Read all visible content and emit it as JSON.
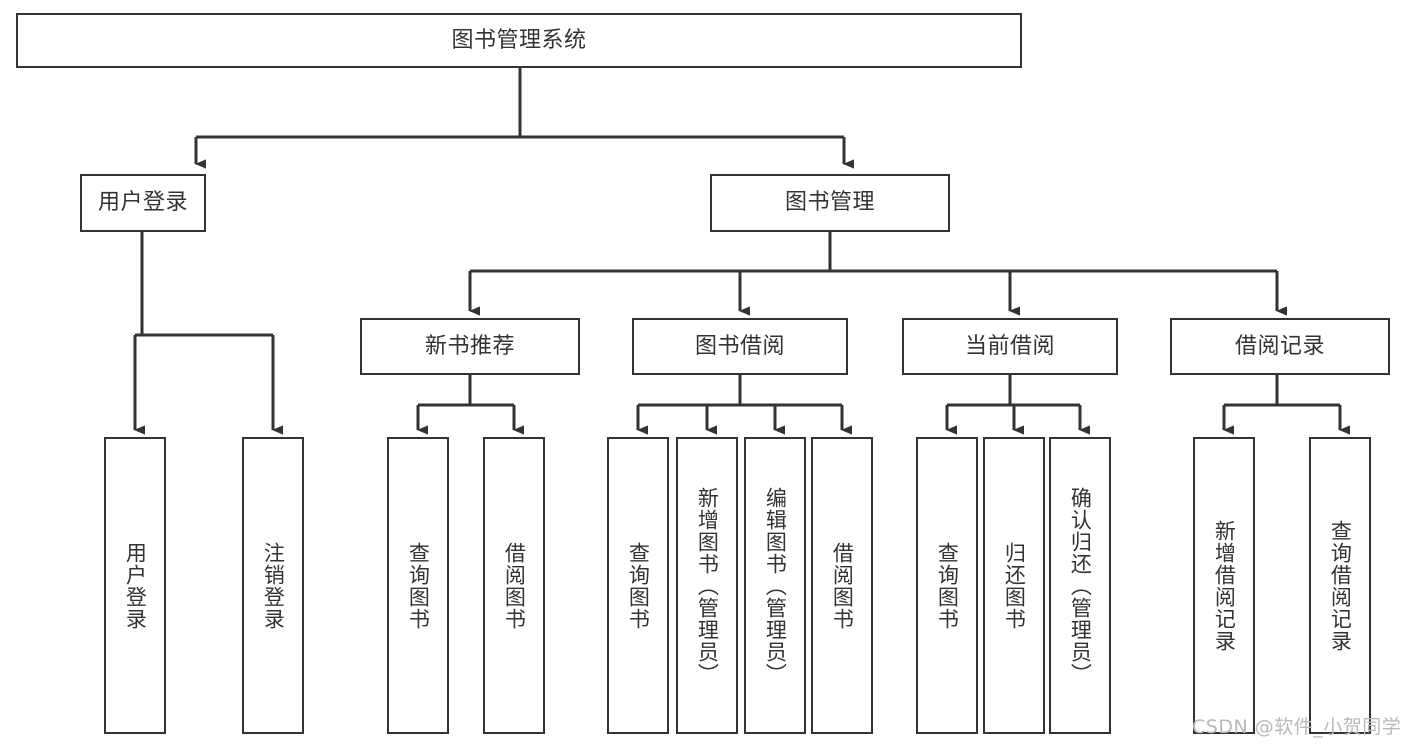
{
  "diagram": {
    "type": "hierarchy-tree",
    "title": "图书管理系统",
    "watermark": "CSDN @软件_小贺同学",
    "colors": {
      "border": "#333333",
      "background": "#ffffff",
      "text": "#333333",
      "watermark": "#b9b9b9"
    },
    "root": {
      "label": "图书管理系统"
    },
    "level2": [
      {
        "label": "用户登录"
      },
      {
        "label": "图书管理"
      }
    ],
    "level3": [
      {
        "label": "新书推荐"
      },
      {
        "label": "图书借阅"
      },
      {
        "label": "当前借阅"
      },
      {
        "label": "借阅记录"
      }
    ],
    "leaves": {
      "user_login": [
        {
          "label": "用户登录"
        },
        {
          "label": "注销登录"
        }
      ],
      "new_book_recommend": [
        {
          "label": "查询图书"
        },
        {
          "label": "借阅图书"
        }
      ],
      "book_borrow": [
        {
          "label": "查询图书"
        },
        {
          "label": "新增图书（管理员）"
        },
        {
          "label": "编辑图书（管理员）"
        },
        {
          "label": "借阅图书"
        }
      ],
      "current_borrow": [
        {
          "label": "查询图书"
        },
        {
          "label": "归还图书"
        },
        {
          "label": "确认归还（管理员）"
        }
      ],
      "borrow_record": [
        {
          "label": "新增借阅记录"
        },
        {
          "label": "查询借阅记录"
        }
      ]
    }
  }
}
